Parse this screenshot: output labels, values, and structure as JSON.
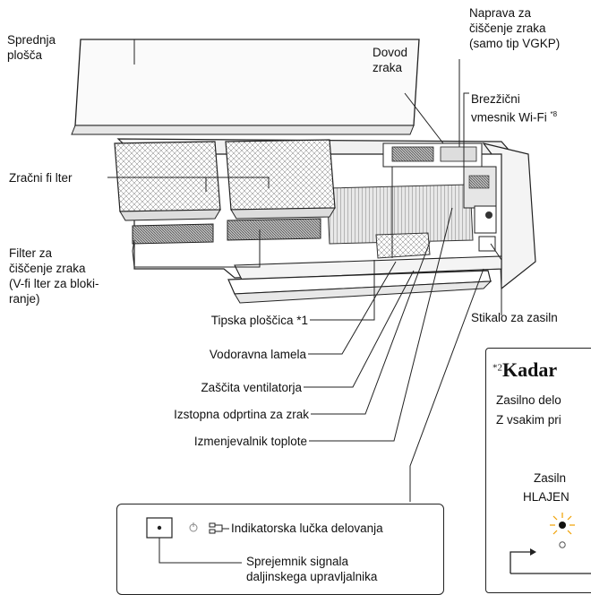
{
  "labels": {
    "front_panel": [
      "Sprednja",
      "plošča"
    ],
    "air_inlet": [
      "Dovod",
      "zraka"
    ],
    "air_cleaner": [
      "Naprava za",
      "čiščenje zraka",
      "(samo tip VGKP)"
    ],
    "wifi": [
      "Brezžični",
      "vmesnik Wi-Fi"
    ],
    "wifi_mark": "*8",
    "air_filter": "Zračni fi lter",
    "cleaning_filter": [
      "Filter za",
      "čiščenje zraka",
      "(V-fi lter za bloki-",
      "ranje)"
    ],
    "emergency_switch": "Stikalo za zasiln",
    "nameplate": "Tipska ploščica *1",
    "louver": "Vodoravna lamela",
    "fan_guard": "Zaščita ventilatorja",
    "air_outlet": "Izstopna odprtina za zrak",
    "heat_exchanger": "Izmenjevalnik toplote"
  },
  "inset": {
    "indicator_lamp": "Indikatorska lučka delovanja",
    "receiver": [
      "Sprejemnik signala",
      "daljinskega upravljalnika"
    ]
  },
  "note": {
    "sup": "*2",
    "title": "Kadar",
    "line1": "Zasilno delo",
    "line2": "Z vsakim pri",
    "mode1": "Zasiln",
    "mode2": "HLAJEN"
  }
}
